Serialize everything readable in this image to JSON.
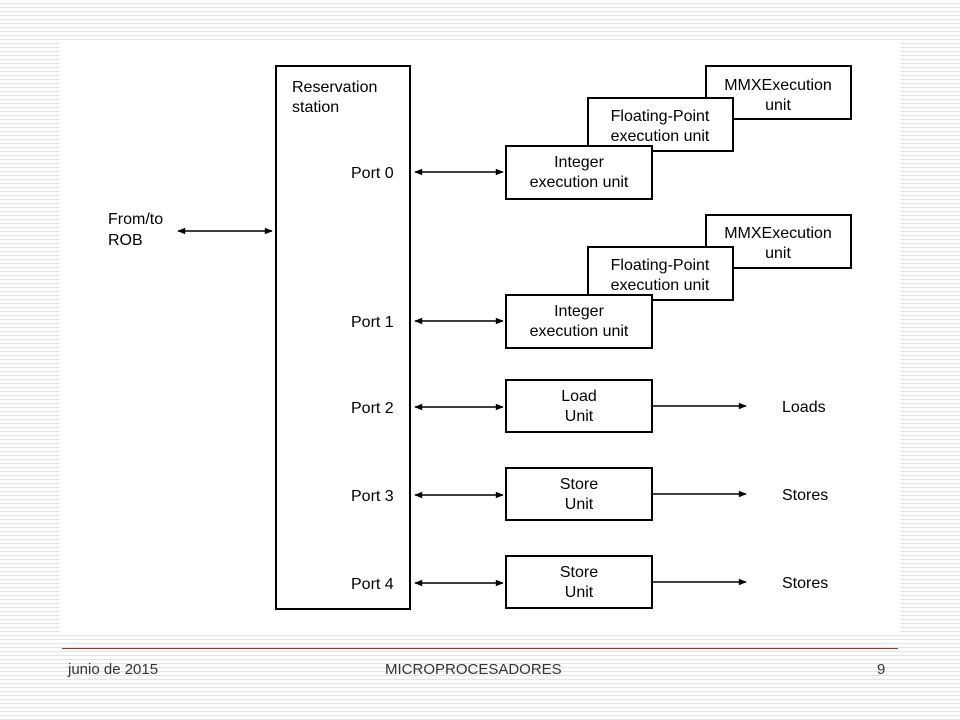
{
  "diagram": {
    "reservation_station": [
      "Reservation",
      "station"
    ],
    "rob_label": [
      "From/to",
      "ROB"
    ],
    "ports": [
      "Port 0",
      "Port 1",
      "Port 2",
      "Port 3",
      "Port 4"
    ],
    "integer_unit": [
      "Integer",
      "execution unit"
    ],
    "fp_unit": [
      "Floating-Point",
      "execution unit"
    ],
    "mmx_unit": [
      "MMXExecution",
      "unit"
    ],
    "load_unit": [
      "Load",
      "Unit"
    ],
    "store_unit": [
      "Store",
      "Unit"
    ],
    "outputs": [
      "Loads",
      "Stores",
      "Stores"
    ]
  },
  "footer": {
    "date": "junio de 2015",
    "center": "MICROPROCESADORES",
    "page": "9"
  }
}
